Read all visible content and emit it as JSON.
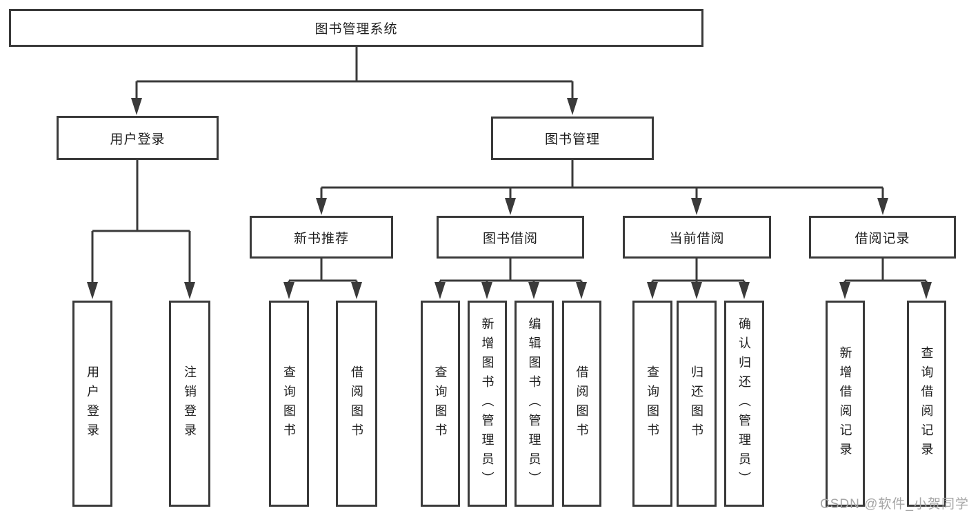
{
  "tree": {
    "root": {
      "label": "图书管理系统"
    },
    "children": [
      {
        "label": "用户登录",
        "children": [
          {
            "label": "用户登录"
          },
          {
            "label": "注销登录"
          }
        ]
      },
      {
        "label": "图书管理",
        "children": [
          {
            "label": "新书推荐",
            "children": [
              {
                "label": "查询图书"
              },
              {
                "label": "借阅图书"
              }
            ]
          },
          {
            "label": "图书借阅",
            "children": [
              {
                "label": "查询图书"
              },
              {
                "label": "新增图书（管理员）"
              },
              {
                "label": "编辑图书（管理员）"
              },
              {
                "label": "借阅图书"
              }
            ]
          },
          {
            "label": "当前借阅",
            "children": [
              {
                "label": "查询图书"
              },
              {
                "label": "归还图书"
              },
              {
                "label": "确认归还（管理员）"
              }
            ]
          },
          {
            "label": "借阅记录",
            "children": [
              {
                "label": "新增借阅记录"
              },
              {
                "label": "查询借阅记录"
              }
            ]
          }
        ]
      }
    ]
  },
  "watermark": {
    "text": "CSDN @软件_小贺同学"
  },
  "colors": {
    "line": "#3a3a3a",
    "text": "#1d1d1d",
    "background": "#ffffff",
    "watermark": "#a6a6a6"
  }
}
